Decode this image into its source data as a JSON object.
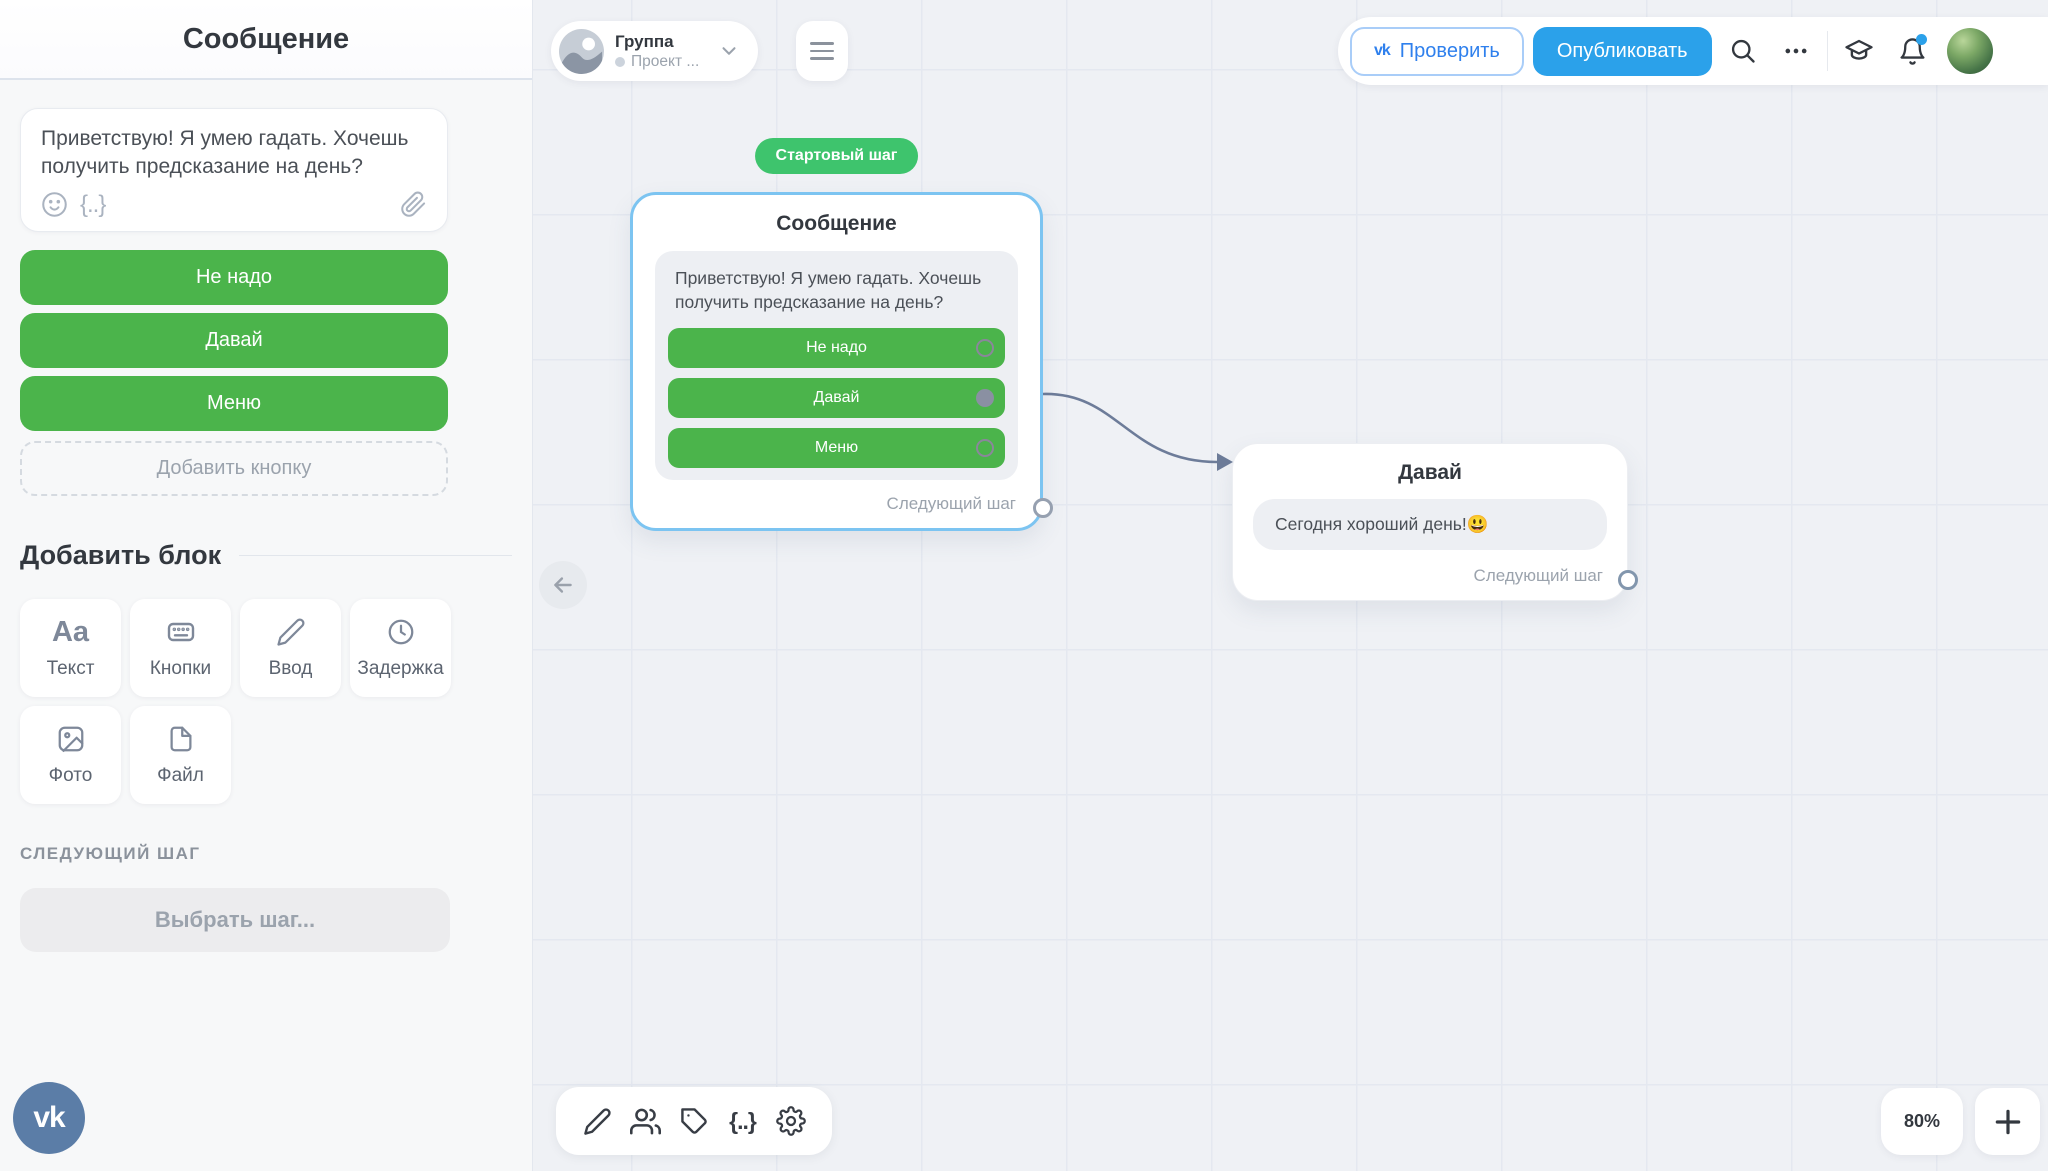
{
  "sidebar": {
    "title": "Сообщение",
    "message_editor": {
      "text": "Приветствую! Я умею гадать. Хочешь получить предсказание на день?",
      "variables_glyph": "{..}"
    },
    "buttons": [
      {
        "label": "Не надо"
      },
      {
        "label": "Давай"
      },
      {
        "label": "Меню"
      }
    ],
    "add_button_label": "Добавить кнопку",
    "add_block": {
      "title": "Добавить блок",
      "blocks": [
        {
          "label": "Текст",
          "icon": "text-icon",
          "glyph": "Aa"
        },
        {
          "label": "Кнопки",
          "icon": "keyboard-icon"
        },
        {
          "label": "Ввод",
          "icon": "pencil-icon"
        },
        {
          "label": "Задержка",
          "icon": "clock-icon"
        },
        {
          "label": "Фото",
          "icon": "photo-icon"
        },
        {
          "label": "Файл",
          "icon": "file-icon"
        }
      ]
    },
    "next_step": {
      "label": "СЛЕДУЮЩИЙ ШАГ",
      "select_placeholder": "Выбрать шаг..."
    },
    "vk_glyph": "vk"
  },
  "topbar": {
    "group": {
      "name": "Группа",
      "project": "Проект ..."
    },
    "check_button": "Проверить",
    "check_vk_glyph": "vk",
    "publish_button": "Опубликовать"
  },
  "canvas": {
    "zoom": "80%",
    "nodes": [
      {
        "badge": "Стартовый шаг",
        "title": "Сообщение",
        "message": "Приветствую! Я умею гадать. Хочешь получить предсказание на день?",
        "buttons": [
          {
            "label": "Не надо",
            "connected": false
          },
          {
            "label": "Давай",
            "connected": true
          },
          {
            "label": "Меню",
            "connected": false
          }
        ],
        "footer": "Следующий шаг"
      },
      {
        "title": "Давай",
        "message": "Сегодня хороший день!😃",
        "footer": "Следующий шаг"
      }
    ],
    "toolbar_variables_glyph": "{..}"
  },
  "colors": {
    "button_green": "#4bb44b",
    "badge_green": "#3ec46d",
    "publish_blue": "#2ba1ea",
    "check_blue": "#2f80ed",
    "node_selected_border": "#7cc4f1",
    "edge_gray": "#6d7c99",
    "vk_logo_blue": "#5b7da7"
  }
}
